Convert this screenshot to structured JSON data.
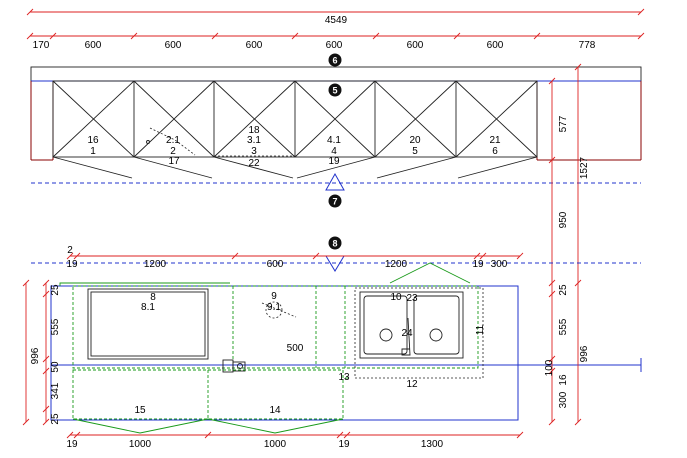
{
  "top_dims": {
    "overall": "4549",
    "segments": [
      "170",
      "600",
      "600",
      "600",
      "600",
      "600",
      "600",
      "778"
    ]
  },
  "markers": [
    "6",
    "5",
    "7",
    "8"
  ],
  "wall_units": [
    {
      "top": "16",
      "bottom": "1"
    },
    {
      "top": "2.1",
      "bottom": "2"
    },
    {
      "top": "18",
      "mid": "3.1",
      "bottom": "3"
    },
    {
      "top": "4.1",
      "bottom": "4"
    },
    {
      "top": "20",
      "bottom": "5"
    },
    {
      "top": "21",
      "bottom": "6"
    }
  ],
  "wall_subs": [
    "17",
    "22",
    "19"
  ],
  "right_dims": {
    "wall_height": "577",
    "total_height": "1527",
    "gap": "950",
    "top_edge": "25",
    "base_body": "555",
    "base_total": "996",
    "cut": "100",
    "worktop": "16",
    "lower": "300"
  },
  "left_label": "2",
  "mid_dims": [
    "19",
    "1200",
    "600",
    "1200",
    "19",
    "300"
  ],
  "left_dims": [
    "25",
    "555",
    "996",
    "50",
    "341",
    "25"
  ],
  "plan_labels": {
    "sink_cab": "8",
    "sink_cab_sub": "8.1",
    "hob": "9",
    "hob_sub": "9.1",
    "depth": "500",
    "sink": "10",
    "sink_sub": "23",
    "tap": "24",
    "side": "11",
    "plinth": "12",
    "corner": "13",
    "base_left": "15",
    "base_mid": "14"
  },
  "bottom_dims": [
    "19",
    "1000",
    "1000",
    "19",
    "1300"
  ]
}
